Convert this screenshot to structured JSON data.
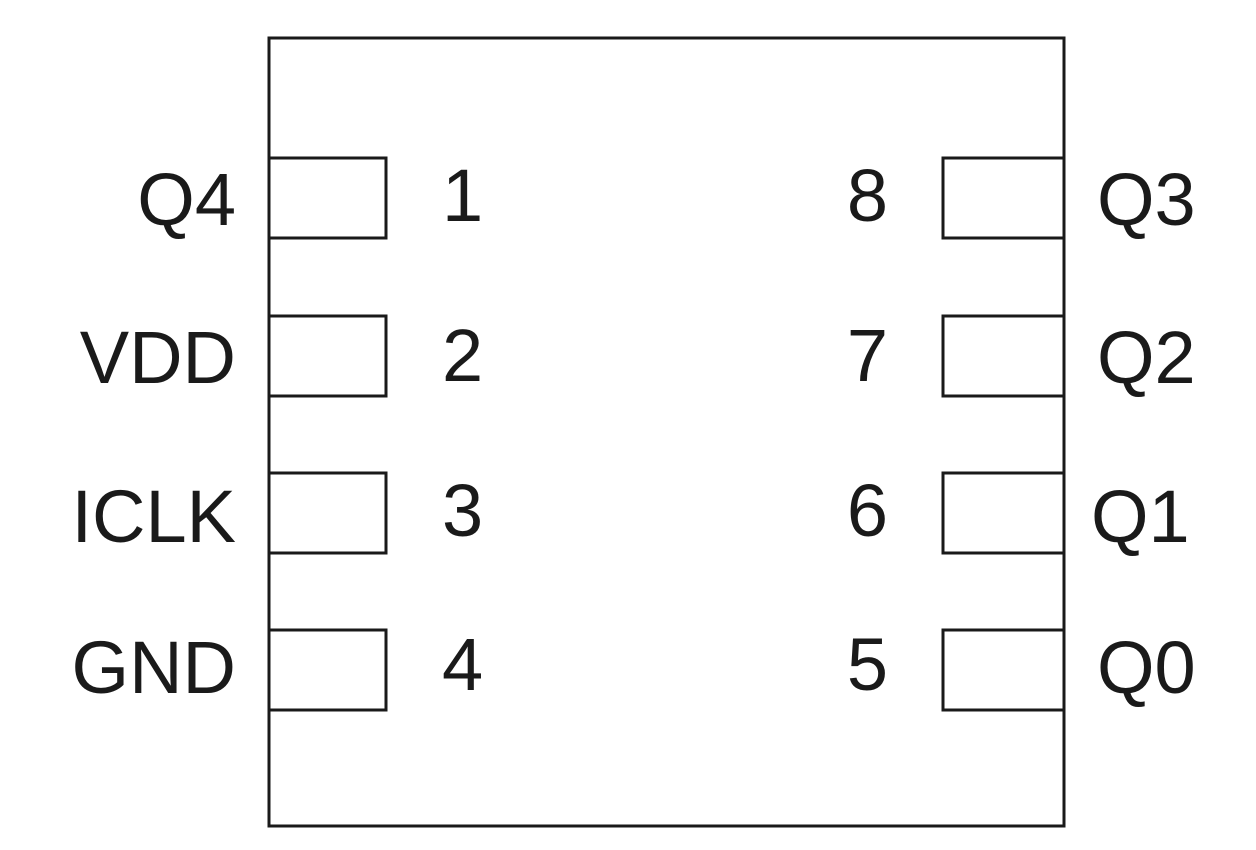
{
  "package": {
    "left_pins": [
      {
        "number": "1",
        "name": "Q4"
      },
      {
        "number": "2",
        "name": "VDD"
      },
      {
        "number": "3",
        "name": "ICLK"
      },
      {
        "number": "4",
        "name": "GND"
      }
    ],
    "right_pins": [
      {
        "number": "8",
        "name": "Q3"
      },
      {
        "number": "7",
        "name": "Q2"
      },
      {
        "number": "6",
        "name": "Q1"
      },
      {
        "number": "5",
        "name": "Q0"
      }
    ],
    "colors": {
      "stroke": "#1a1a1a",
      "text": "#1a1a1a",
      "background": "#ffffff"
    }
  }
}
